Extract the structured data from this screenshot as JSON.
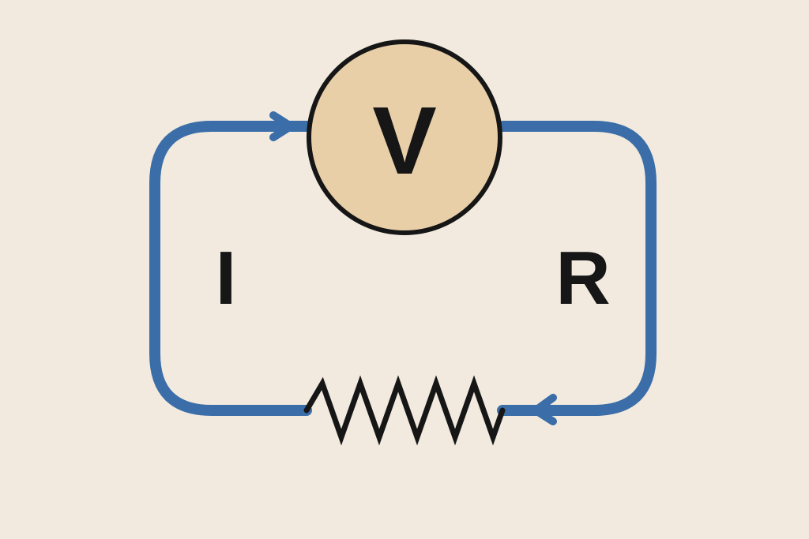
{
  "diagram": {
    "center_label": "V",
    "left_label": "I",
    "right_label": "R",
    "colors": {
      "background": "#f2eadf",
      "wire": "#3b6ea8",
      "circle_fill": "#e8cfa8",
      "outline": "#161616"
    },
    "elements": {
      "voltage_source": "circle",
      "resistor": "zigzag-resistor",
      "current_arrows": [
        "arrow-right-icon",
        "arrow-left-icon"
      ]
    }
  }
}
